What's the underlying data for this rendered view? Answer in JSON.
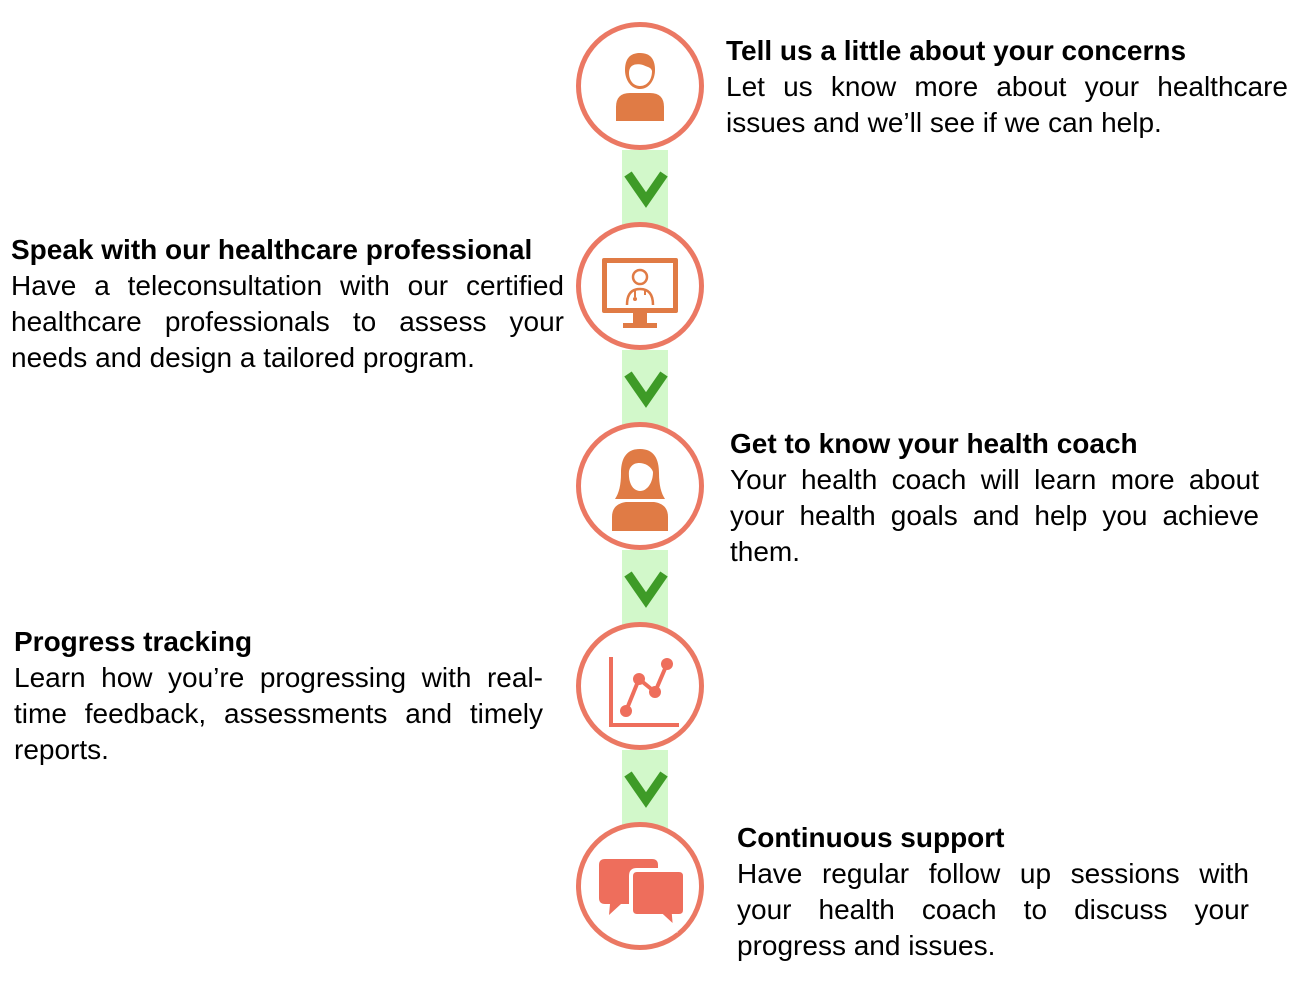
{
  "steps": [
    {
      "title": "Tell us a little about your concerns",
      "description": "Let us know more about your healthcare issues and we’ll see if we can help.",
      "icon": "person-icon"
    },
    {
      "title": "Speak with our healthcare professional",
      "description": "Have a teleconsultation with our certified healthcare professionals to assess your needs and design a tailored program.",
      "icon": "doctor-monitor-icon"
    },
    {
      "title": "Get to know your health coach",
      "description": "Your health coach will learn more about your health goals and help you achieve them.",
      "icon": "woman-icon"
    },
    {
      "title": "Progress tracking",
      "description": "Learn how you’re progressing with real-time feedback, assessments and timely reports.",
      "icon": "line-chart-icon"
    },
    {
      "title": "Continuous support",
      "description": "Have regular follow up sessions with your health coach to discuss your progress and issues.",
      "icon": "chat-bubbles-icon"
    }
  ],
  "colors": {
    "circle_border": "#eb7863",
    "icon_fill": "#e07b45",
    "chart_color": "#ee6e5c",
    "connector": "#d2f8ca",
    "chevron": "#3e9b27"
  }
}
